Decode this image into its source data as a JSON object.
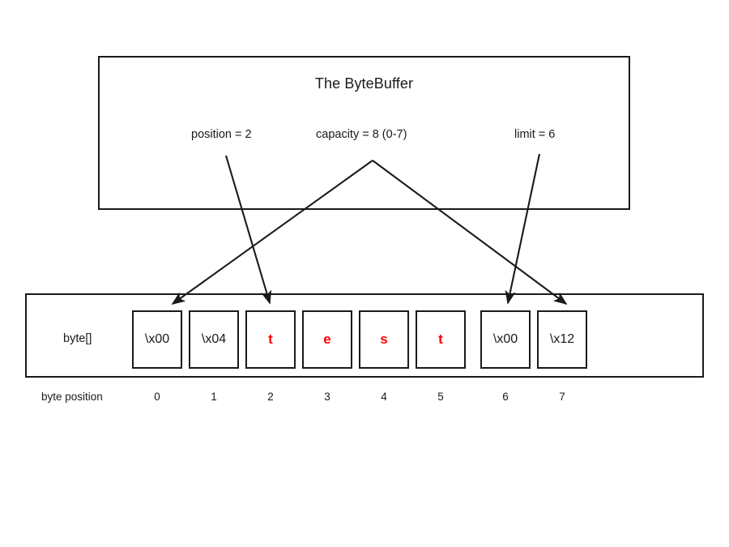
{
  "diagram": {
    "title": "The ByteBuffer",
    "array_label": "byte[]",
    "position_row_label": "byte position",
    "colors": {
      "stroke": "#1a1a1a",
      "text": "#1a1a1a",
      "highlight": "#ff0000",
      "background": "#ffffff"
    }
  },
  "properties": [
    {
      "name": "position",
      "label": "position = 2",
      "value": 2,
      "target_index": 2
    },
    {
      "name": "capacity",
      "label": "capacity = 8 (0-7)",
      "value": 8,
      "range": "0-7",
      "target_index": [
        0,
        7
      ]
    },
    {
      "name": "limit",
      "label": "limit = 6",
      "value": 6,
      "target_index": 6
    }
  ],
  "bytes": [
    {
      "index": 0,
      "value": "\\x00",
      "kind": "hex"
    },
    {
      "index": 1,
      "value": "\\x04",
      "kind": "hex"
    },
    {
      "index": 2,
      "value": "t",
      "kind": "char"
    },
    {
      "index": 3,
      "value": "e",
      "kind": "char"
    },
    {
      "index": 4,
      "value": "s",
      "kind": "char"
    },
    {
      "index": 5,
      "value": "t",
      "kind": "char"
    },
    {
      "index": 6,
      "value": "\\x00",
      "kind": "hex"
    },
    {
      "index": 7,
      "value": "\\x12",
      "kind": "hex"
    }
  ],
  "positions": [
    "0",
    "1",
    "2",
    "3",
    "4",
    "5",
    "6",
    "7"
  ]
}
